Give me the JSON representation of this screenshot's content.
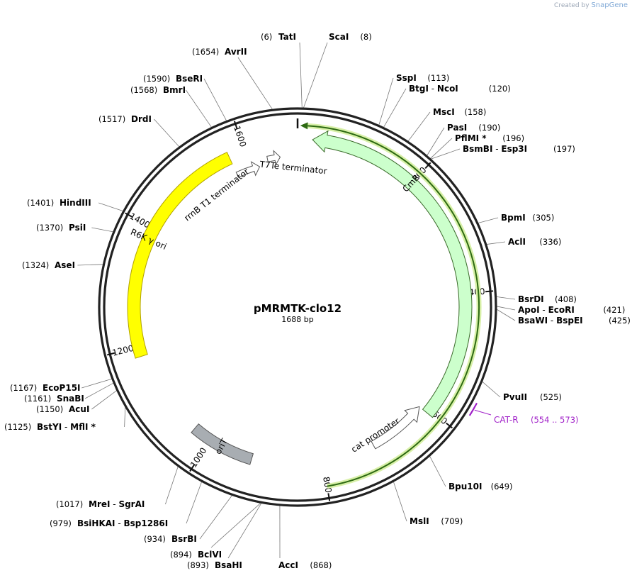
{
  "credit": {
    "prefix": "Created by",
    "brand": "SnapGene"
  },
  "plasmid": {
    "name": "pMRMTK-clo12",
    "size_label": "1688 bp",
    "length": 1688
  },
  "ticks": [
    200,
    400,
    600,
    800,
    1000,
    1200,
    1400,
    1600
  ],
  "enzymes": [
    {
      "pos": 6,
      "names": [
        "TatI"
      ],
      "pos_label": "(6)"
    },
    {
      "pos": 8,
      "names": [
        "ScaI"
      ],
      "pos_label": "(8)"
    },
    {
      "pos": 113,
      "names": [
        "SspI"
      ],
      "pos_label": "(113)"
    },
    {
      "pos": 120,
      "names": [
        "BtgI",
        "NcoI"
      ],
      "pos_label": "(120)"
    },
    {
      "pos": 158,
      "names": [
        "MscI"
      ],
      "pos_label": "(158)"
    },
    {
      "pos": 190,
      "names": [
        "PasI"
      ],
      "pos_label": "(190)"
    },
    {
      "pos": 196,
      "names": [
        "PflMI *"
      ],
      "pos_label": "(196)"
    },
    {
      "pos": 197,
      "names": [
        "BsmBI",
        "Esp3I"
      ],
      "pos_label": "(197)"
    },
    {
      "pos": 305,
      "names": [
        "BpmI"
      ],
      "pos_label": "(305)"
    },
    {
      "pos": 336,
      "names": [
        "AclI"
      ],
      "pos_label": "(336)"
    },
    {
      "pos": 408,
      "names": [
        "BsrDI"
      ],
      "pos_label": "(408)"
    },
    {
      "pos": 421,
      "names": [
        "ApoI",
        "EcoRI"
      ],
      "pos_label": "(421)"
    },
    {
      "pos": 425,
      "names": [
        "BsaWI",
        "BspEI"
      ],
      "pos_label": "(425)"
    },
    {
      "pos": 525,
      "names": [
        "PvuII"
      ],
      "pos_label": "(525)"
    },
    {
      "pos": 649,
      "names": [
        "Bpu10I"
      ],
      "pos_label": "(649)"
    },
    {
      "pos": 709,
      "names": [
        "MslI"
      ],
      "pos_label": "(709)"
    },
    {
      "pos": 868,
      "names": [
        "AccI"
      ],
      "pos_label": "(868)"
    },
    {
      "pos": 893,
      "names": [
        "BsaHI"
      ],
      "pos_label": "(893)"
    },
    {
      "pos": 894,
      "names": [
        "BclVI"
      ],
      "pos_label": "(894)"
    },
    {
      "pos": 934,
      "names": [
        "BsrBI"
      ],
      "pos_label": "(934)"
    },
    {
      "pos": 979,
      "names": [
        "BsiHKAI",
        "Bsp1286I"
      ],
      "pos_label": "(979)"
    },
    {
      "pos": 1017,
      "names": [
        "MreI",
        "SgrAI"
      ],
      "pos_label": "(1017)"
    },
    {
      "pos": 1125,
      "names": [
        "BstYI",
        "MflI *"
      ],
      "pos_label": "(1125)"
    },
    {
      "pos": 1150,
      "names": [
        "AcuI"
      ],
      "pos_label": "(1150)"
    },
    {
      "pos": 1161,
      "names": [
        "SnaBI"
      ],
      "pos_label": "(1161)"
    },
    {
      "pos": 1167,
      "names": [
        "EcoP15I"
      ],
      "pos_label": "(1167)"
    },
    {
      "pos": 1324,
      "names": [
        "AseI"
      ],
      "pos_label": "(1324)"
    },
    {
      "pos": 1370,
      "names": [
        "PsiI"
      ],
      "pos_label": "(1370)"
    },
    {
      "pos": 1401,
      "names": [
        "HindIII"
      ],
      "pos_label": "(1401)"
    },
    {
      "pos": 1517,
      "names": [
        "DrdI"
      ],
      "pos_label": "(1517)"
    },
    {
      "pos": 1568,
      "names": [
        "BmrI"
      ],
      "pos_label": "(1568)"
    },
    {
      "pos": 1590,
      "names": [
        "BseRI"
      ],
      "pos_label": "(1590)"
    },
    {
      "pos": 1654,
      "names": [
        "AvrII"
      ],
      "pos_label": "(1654)"
    }
  ],
  "primer": {
    "name": "CAT-R",
    "range_label": "(554 .. 573)",
    "start": 554,
    "end": 573,
    "color": "#a020c8"
  },
  "features": [
    {
      "name": "CmR",
      "start": 24,
      "end": 606,
      "direction": "reverse",
      "color": "#ccffcc",
      "stroke": "#3a6a2a"
    },
    {
      "name": "cat promoter",
      "start": 606,
      "end": 709,
      "direction": "reverse",
      "color": "#ffffff",
      "stroke": "#555555"
    },
    {
      "name": "R6K γ ori",
      "start": 1184,
      "end": 1573,
      "direction": "none",
      "color": "#ffff00",
      "stroke": "#b0a000"
    },
    {
      "name": "oriT",
      "start": 923,
      "end": 1033,
      "direction": "none",
      "color": "#a8adb2",
      "stroke": "#555555"
    },
    {
      "name": "rrnB T1 terminator",
      "start": 1573,
      "end": 1617,
      "direction": "forward",
      "color": "#ffffff",
      "stroke": "#555555"
    },
    {
      "name": "T7Te terminator",
      "start": 1634,
      "end": 1657,
      "direction": "forward",
      "color": "#ffffff",
      "stroke": "#555555"
    }
  ],
  "origin_transcript": {
    "start": 1,
    "end": 800,
    "color": "#2d6a12",
    "highlight": "#d8f0a8"
  }
}
